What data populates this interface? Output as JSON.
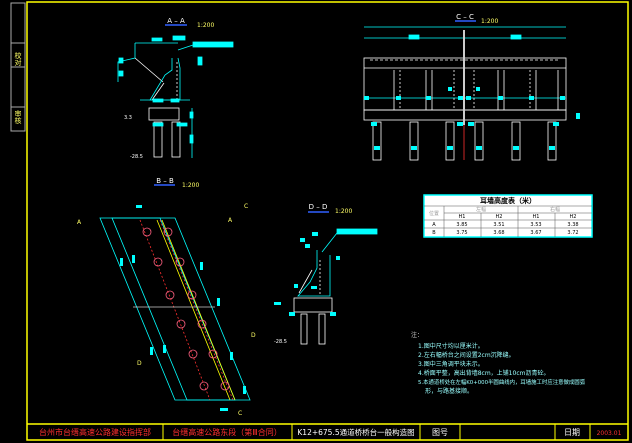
{
  "side_labels": [
    "校对",
    "审核"
  ],
  "views": {
    "aa": {
      "label": "A – A",
      "scale": "1:200",
      "elev_top": "3.3",
      "elev_bot": "-28.5"
    },
    "cc": {
      "label": "C – C",
      "scale": "1:200"
    },
    "bb": {
      "label": "B – B",
      "scale": "1:200"
    },
    "dd": {
      "label": "D – D",
      "scale": "1:200",
      "elev_bot": "-28.5"
    },
    "markers": [
      "A",
      "A",
      "C",
      "D",
      "D",
      "C"
    ]
  },
  "table": {
    "title": "耳墙高度表（米）",
    "corner": "位置",
    "groups": [
      "左幅",
      "右幅"
    ],
    "sub": [
      "H1",
      "H2",
      "H1",
      "H2"
    ],
    "rows": [
      [
        "A",
        "3.85",
        "3.51",
        "3.53",
        "3.38"
      ],
      [
        "B",
        "3.75",
        "3.68",
        "3.67",
        "3.72"
      ]
    ]
  },
  "notes": {
    "heading": "注：",
    "items": [
      "1.图中尺寸均以厘米计。",
      "2.左右幅桥台之间设置2cm沉降缝。",
      "3.图中三角调平块未示。",
      "4.桥面平整，高出背墙8cm，上铺10cm沥青砼。",
      "5.本通道桥处在左幅K0+000半圆曲线内，耳墙施工时应注意做成圆弧",
      "形，与路基接顺。"
    ]
  },
  "title_block": {
    "owner": "台州市台缙高速公路建设指挥部",
    "project": "台缙高速公路东段（第Ⅲ合同）",
    "drawing_title": "K12+675.5通道桥桥台一般构造图",
    "drawing_no_label": "图号",
    "drawing_no": "",
    "date_label": "日期",
    "date": "2003.01"
  },
  "colors": {
    "frame": "#ffff00",
    "lines": "#00ffff",
    "text": "#ffff66",
    "red": "#ff3030",
    "white": "#ffffff"
  }
}
